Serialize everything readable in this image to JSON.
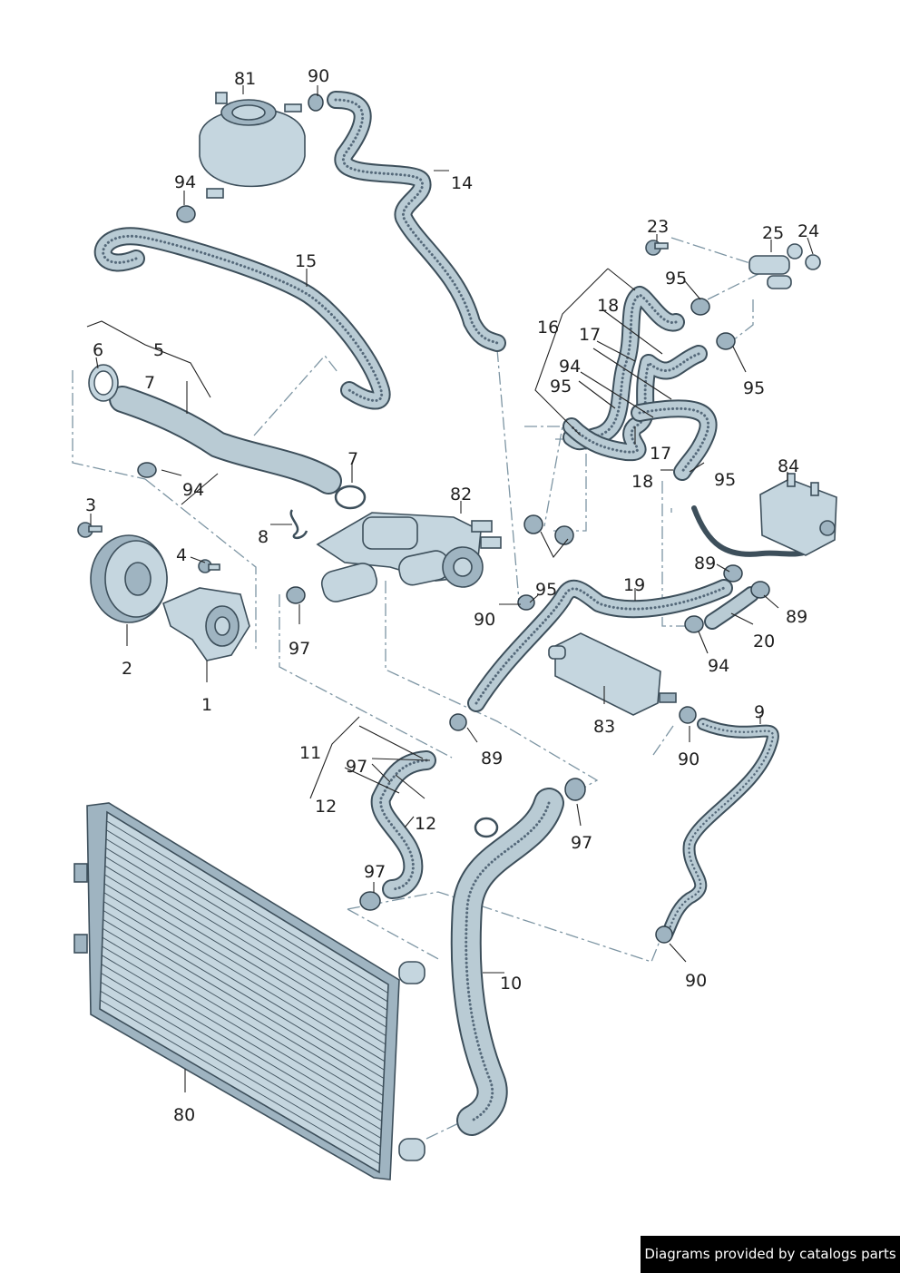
{
  "diagram": {
    "labels": {
      "p81": "81",
      "p90a": "90",
      "p94a": "94",
      "p14": "14",
      "p15": "15",
      "p23": "23",
      "p25": "25",
      "p24": "24",
      "p95a": "95",
      "p18a": "18",
      "p16": "16",
      "p17a": "17",
      "p94b": "94",
      "p95b": "95",
      "p95c": "95",
      "p17b": "17",
      "p18b": "18",
      "p95d": "95",
      "p84": "84",
      "p6": "6",
      "p5": "5",
      "p7a": "7",
      "p94c": "94",
      "p7b": "7",
      "p82": "82",
      "p3": "3",
      "p8": "8",
      "p4": "4",
      "p2": "2",
      "p1": "1",
      "p97a": "97",
      "p95e": "95",
      "p90b": "90",
      "p19": "19",
      "p89a": "89",
      "p89b": "89",
      "p20": "20",
      "p94d": "94",
      "p83": "83",
      "p9": "9",
      "p90c": "90",
      "p11": "11",
      "p97b": "97",
      "p89c": "89",
      "p12a": "12",
      "p12b": "12",
      "p97c": "97",
      "p97d": "97",
      "p10": "10",
      "p90d": "90",
      "p80": "80"
    },
    "colors": {
      "part_fill": "#c5d6df",
      "part_shade": "#9fb4c1",
      "outline": "#3d4f5b",
      "dash_line": "#7d95a3",
      "label": "#1f1f1f"
    }
  },
  "footer": {
    "text": "Diagrams provided by catalogs parts"
  }
}
